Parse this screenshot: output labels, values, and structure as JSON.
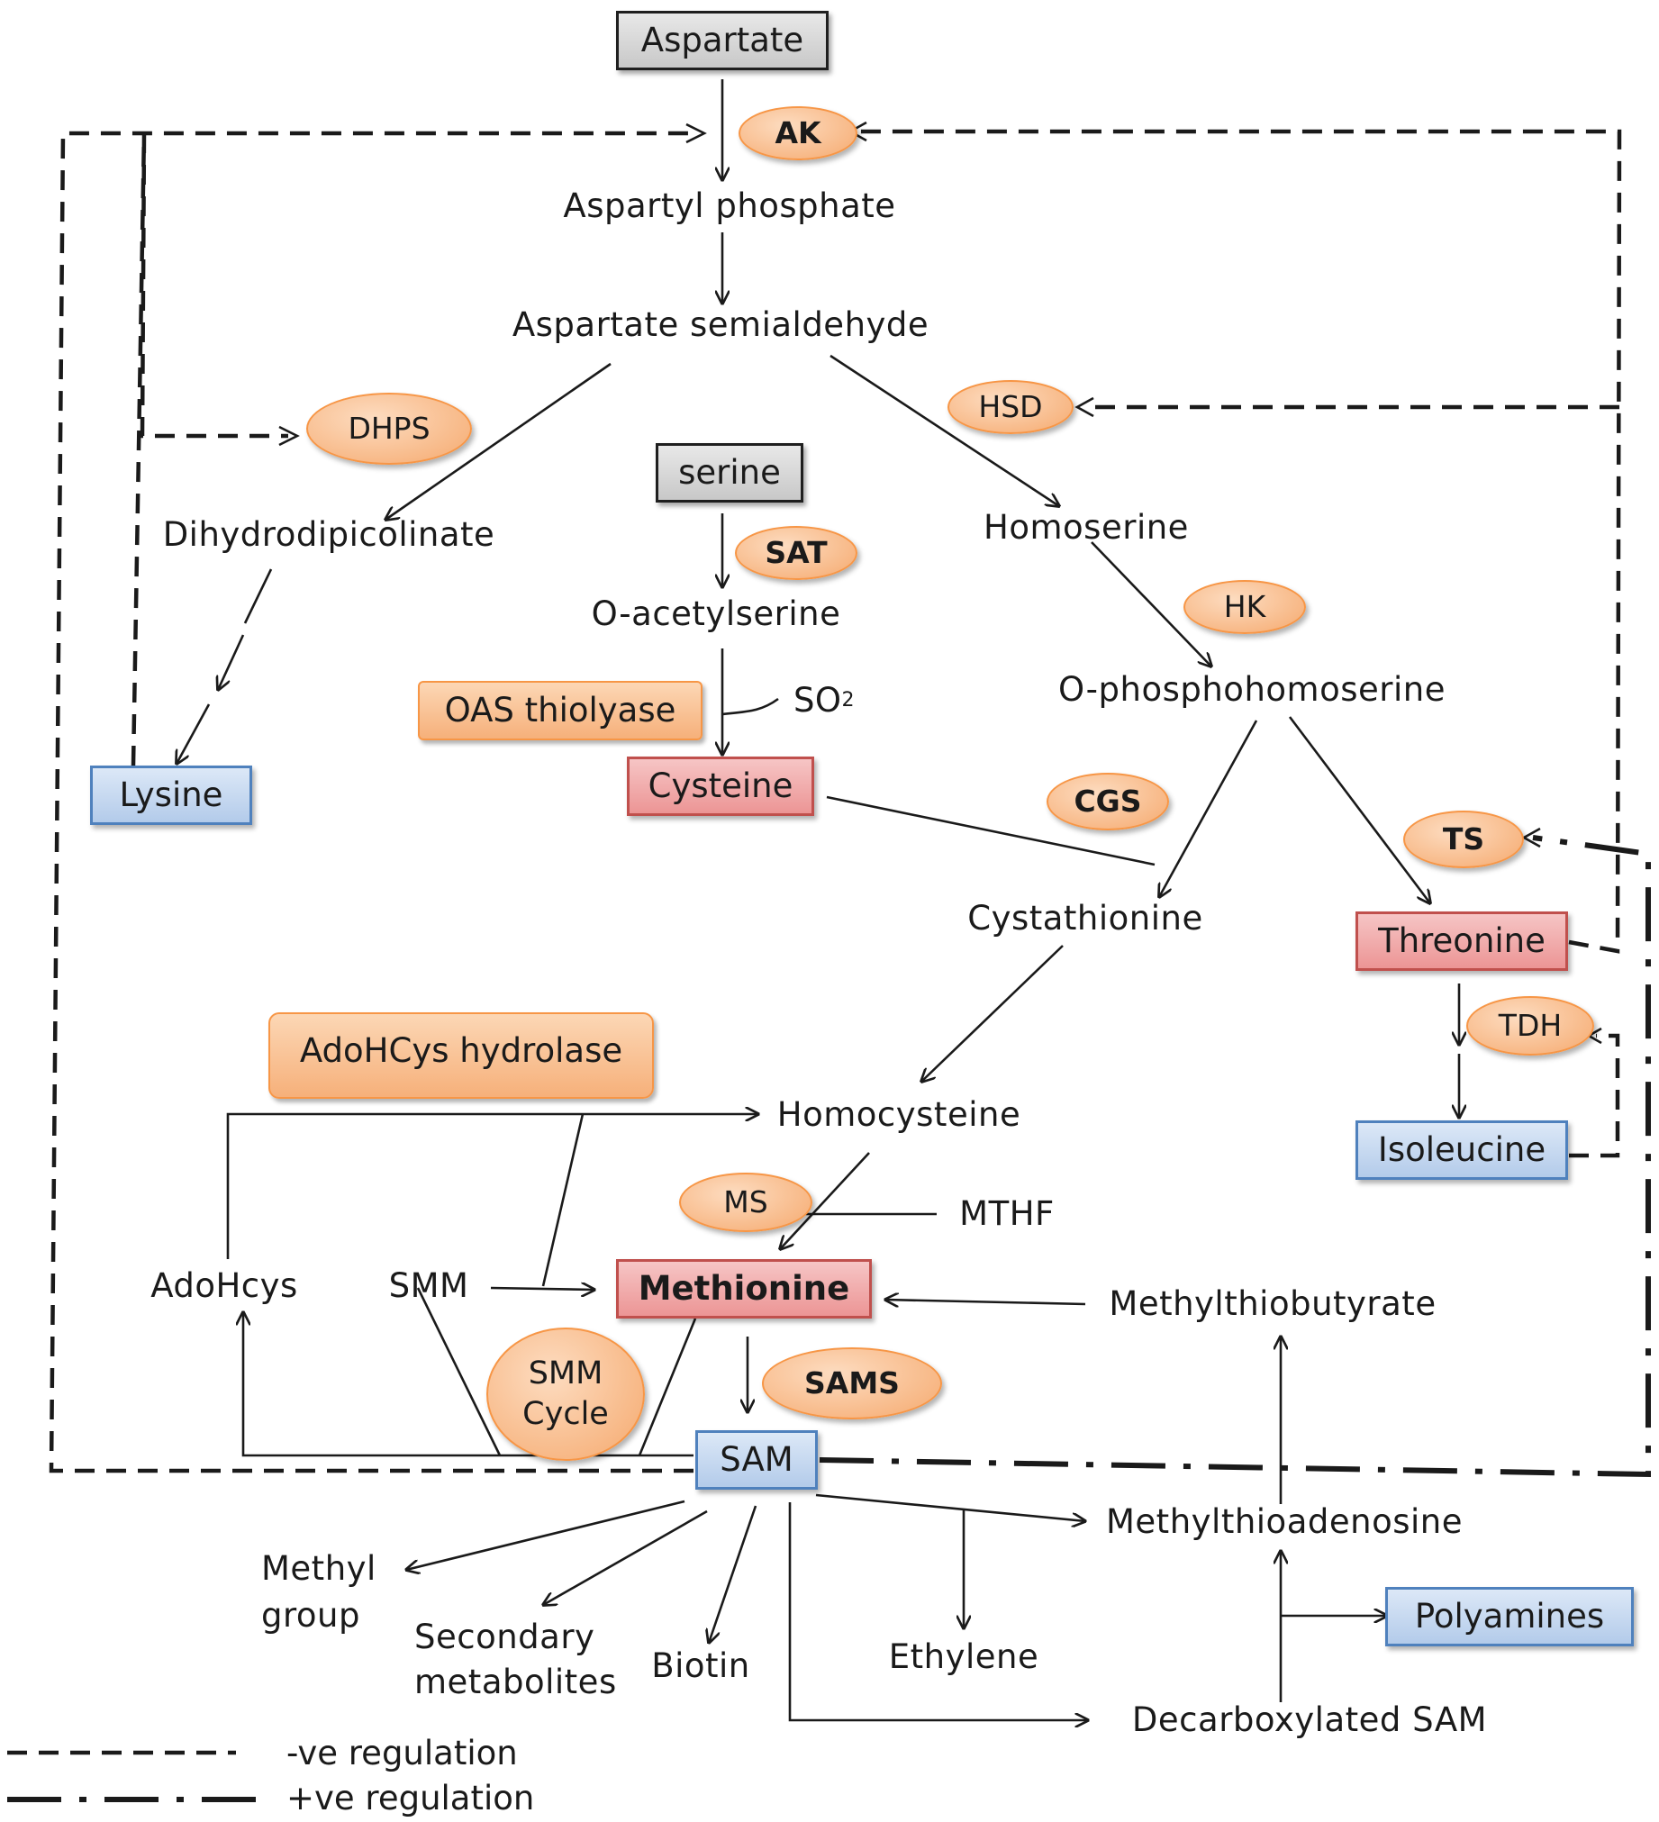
{
  "metabolites": {
    "aspartate": "Aspartate",
    "aspartyl_phosphate": "Aspartyl phosphate",
    "aspartate_semialdehyde": "Aspartate semialdehyde",
    "dihydrodipicolinate": "Dihydrodipicolinate",
    "lysine": "Lysine",
    "serine": "serine",
    "o_acetylserine": "O-acetylserine",
    "so2": "SO",
    "so2_subscript": "2",
    "cysteine": "Cysteine",
    "homoserine": "Homoserine",
    "o_phosphohomoserine": "O-phosphohomoserine",
    "cystathionine": "Cystathionine",
    "threonine": "Threonine",
    "isoleucine": "Isoleucine",
    "homocysteine": "Homocysteine",
    "mthf": "MTHF",
    "adohcys": "AdoHcys",
    "smm": "SMM",
    "methionine": "Methionine",
    "methylthiobutyrate": "Methylthiobutyrate",
    "sam": "SAM",
    "methylthioadenosine": "Methylthioadenosine",
    "methyl_group_1": "Methyl",
    "methyl_group_2": "group",
    "secondary_metabolites_1": "Secondary",
    "secondary_metabolites_2": "metabolites",
    "biotin": "Biotin",
    "ethylene": "Ethylene",
    "polyamines": "Polyamines",
    "decarboxylated_sam": "Decarboxylated SAM"
  },
  "enzymes": {
    "ak": "AK",
    "dhps": "DHPS",
    "hsd": "HSD",
    "sat": "SAT",
    "hk": "HK",
    "oas_thiolyase": "OAS thiolyase",
    "cgs": "CGS",
    "ts": "TS",
    "tdh": "TDH",
    "adohcys_hydrolase": "AdoHCys hydrolase",
    "ms": "MS",
    "smm_cycle_1": "SMM",
    "smm_cycle_2": "Cycle",
    "sams": "SAMS"
  },
  "legend": {
    "negative": "-ve regulation",
    "positive": "+ve regulation"
  },
  "colors": {
    "enzyme_fill": "#f6b07a",
    "enzyme_border": "#f79646",
    "amino_acid_red": "#ec9595",
    "amino_acid_red_border": "#c0504d",
    "product_blue": "#b3cbea",
    "product_blue_border": "#4f81bd",
    "precursor_gray": "#c8c8c8",
    "line": "#1a1a1a"
  }
}
